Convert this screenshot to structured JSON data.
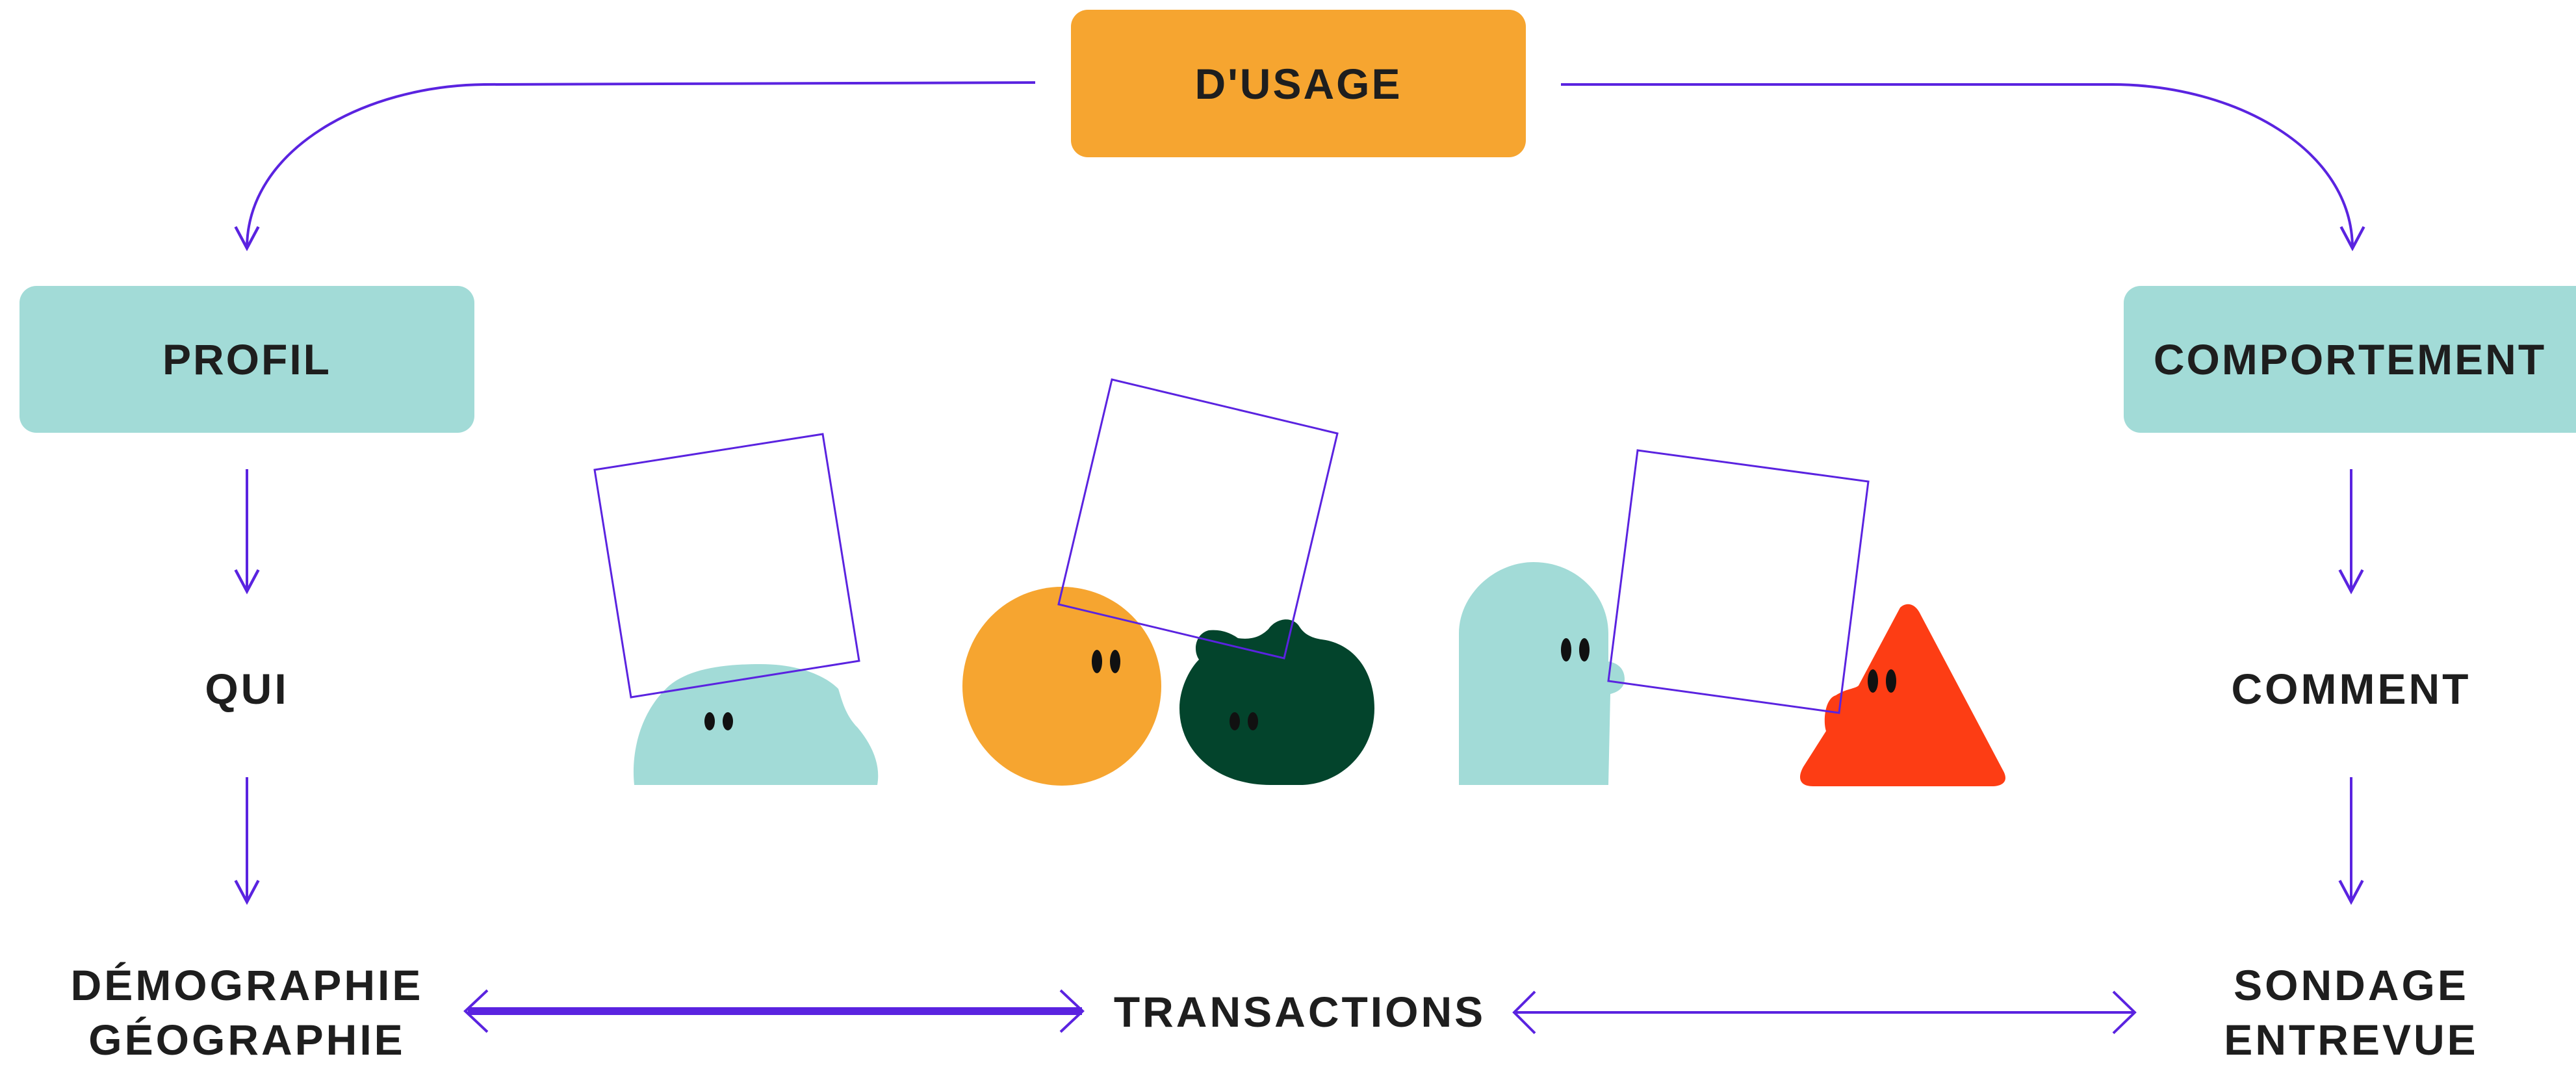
{
  "colors": {
    "accent": "#5a23e0",
    "usage_box": "#f6a530",
    "side_box": "#a2dbd7",
    "text": "#1e1e1e",
    "creature_teal": "#a2dbd7",
    "creature_orange": "#f6a530",
    "creature_green": "#03442c",
    "creature_red": "#fd3d14",
    "eyes": "#111111"
  },
  "top": {
    "label": "D'USAGE"
  },
  "left": {
    "title": "PROFIL",
    "question": "QUI",
    "result_line1": "DÉMOGRAPHIE",
    "result_line2": "GÉOGRAPHIE"
  },
  "right": {
    "title": "COMPORTEMENT",
    "question": "COMMENT",
    "result_line1": "SONDAGE",
    "result_line2": "ENTREVUE"
  },
  "center": {
    "label": "TRANSACTIONS"
  },
  "illustration": {
    "creatures": [
      {
        "name": "teal-blob-creature",
        "color": "teal"
      },
      {
        "name": "orange-circle-creature",
        "color": "orange"
      },
      {
        "name": "dark-green-blob-creature",
        "color": "green"
      },
      {
        "name": "teal-ghost-creature",
        "color": "teal"
      },
      {
        "name": "red-triangle-creature",
        "color": "red"
      }
    ]
  }
}
